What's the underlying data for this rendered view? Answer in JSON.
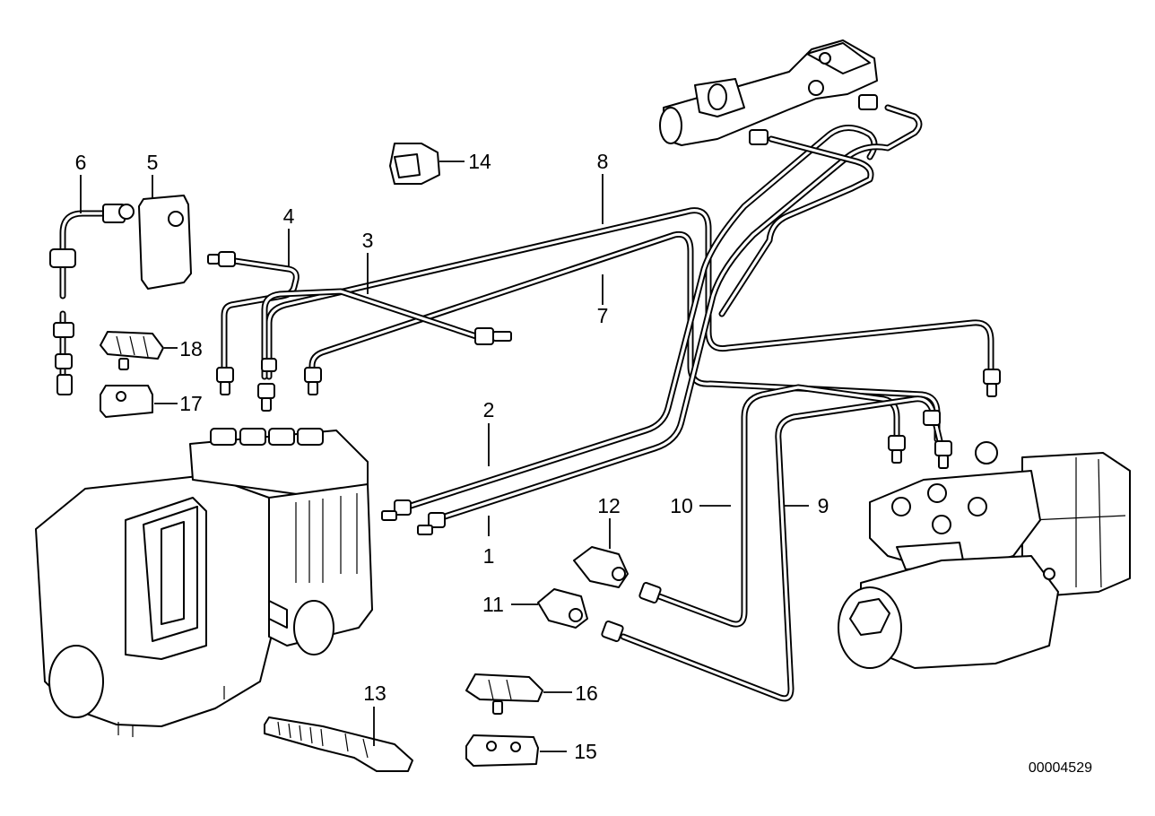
{
  "diagram": {
    "reference_number": "00004529",
    "callouts": [
      {
        "id": "1",
        "text": "1"
      },
      {
        "id": "2",
        "text": "2"
      },
      {
        "id": "3",
        "text": "3"
      },
      {
        "id": "4",
        "text": "4"
      },
      {
        "id": "5",
        "text": "5"
      },
      {
        "id": "6",
        "text": "6"
      },
      {
        "id": "7",
        "text": "7"
      },
      {
        "id": "8",
        "text": "8"
      },
      {
        "id": "9",
        "text": "9"
      },
      {
        "id": "10",
        "text": "10"
      },
      {
        "id": "11",
        "text": "11"
      },
      {
        "id": "12",
        "text": "12"
      },
      {
        "id": "13",
        "text": "13"
      },
      {
        "id": "14",
        "text": "14"
      },
      {
        "id": "15",
        "text": "15"
      },
      {
        "id": "16",
        "text": "16"
      },
      {
        "id": "17",
        "text": "17"
      },
      {
        "id": "18",
        "text": "18"
      }
    ]
  }
}
